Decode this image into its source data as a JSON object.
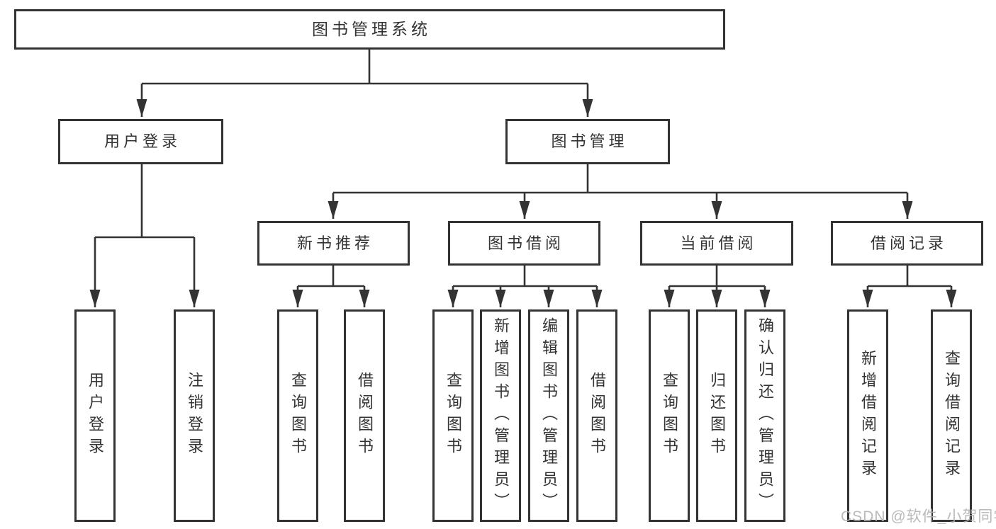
{
  "title": "图书管理系统",
  "level2": [
    {
      "label": "用户登录"
    },
    {
      "label": "图书管理"
    }
  ],
  "level3": [
    {
      "label": "新书推荐"
    },
    {
      "label": "图书借阅"
    },
    {
      "label": "当前借阅"
    },
    {
      "label": "借阅记录"
    }
  ],
  "leaves": [
    {
      "label": "用户登录"
    },
    {
      "label": "注销登录"
    },
    {
      "label": "查询图书"
    },
    {
      "label": "借阅图书"
    },
    {
      "label": "查询图书"
    },
    {
      "label": "新增图书（管理员）"
    },
    {
      "label": "编辑图书（管理员）"
    },
    {
      "label": "借阅图书"
    },
    {
      "label": "查询图书"
    },
    {
      "label": "归还图书"
    },
    {
      "label": "确认归还（管理员）"
    },
    {
      "label": "新增借阅记录"
    },
    {
      "label": "查询借阅记录"
    }
  ],
  "watermark": "CSDN @软件_小贺同学",
  "colors": {
    "line": "#333333",
    "text": "#333333",
    "watermark": "#b3b3b3",
    "background": "#ffffff"
  }
}
